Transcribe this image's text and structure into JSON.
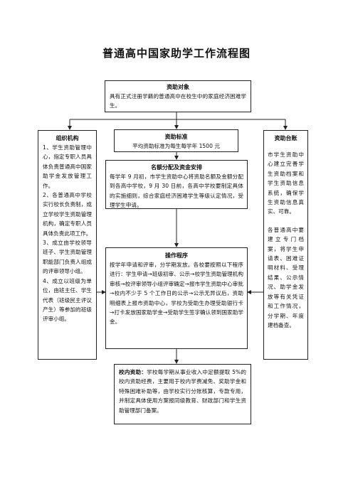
{
  "title": "普通高中国家助学工作流程图",
  "boxes": {
    "target": {
      "heading": "资助对象",
      "text": "具有正式注册学籍的普通高中在校生中的家庭经济困难学生。"
    },
    "org": {
      "heading": "组织机构",
      "items": [
        "1、学生资助管理中心，指定专职人员具体负责普通高中国家助学金发放管理工作。",
        "2、各普通高中学校实行校长负责制，成立学校学生资助管理机构，确定专职人员具体负责此项工作。",
        "3、成立由学校领导班子、学生资助管理职能部门负责人组成的评审领导小组。",
        "4、成立以班级为单位，由班主任、学生代表（班级民主评议产生）等参加的班级评审小组。"
      ]
    },
    "standard": {
      "heading": "资助标准",
      "text": "平均资助标准为每生每学年 1500 元"
    },
    "quota": {
      "heading": "名额分配及资金安排",
      "text": "每学年 9 月初，市学生资助中心将资助名额及金额分配到各高中学校，9 月 30 日前，各高中学校要制定具体的实施细则，综合家庭经济困难学生等级认定情况，受理学生申请。"
    },
    "procedure": {
      "heading": "操作程序",
      "text": "按学年申请和评审，分学期发放。各校要按照以下程序进行：学生申请→班级初审、公示→校学生资助管理机构审核→校评审领导小组评审确定→报市学生资助中心审批→校内不少于 5 个工作日的公示→公示无异议后，资助明细表上报市资助中心，学校为受助生办理受助银行卡→打卡发放国家助学金→受助学生签字确认领到国家助学金。"
    },
    "ledger": {
      "heading": "资助台账",
      "text1": "市学生资助中心建立完善学生资助档案和学生资助信息系统，确保学生资助信息真实、可靠。",
      "text2": "各普通高中要建立专门档案，将学生申请表、困难证明材料、受理结果、公示情况、助学金发放等有关凭证和工作情况，分学期、年度建档备查。"
    },
    "school": {
      "heading": "校内资助：",
      "text": "学校每学期从事业收入中足额提取 5%的校内资助经费，主要用于校内学费减免、奖助学金和特殊困难补助等，由学校实行分账核算，专款专用，并制定具体使用方案报同级教育、财政部门和学生资助管理部门备案。"
    }
  }
}
